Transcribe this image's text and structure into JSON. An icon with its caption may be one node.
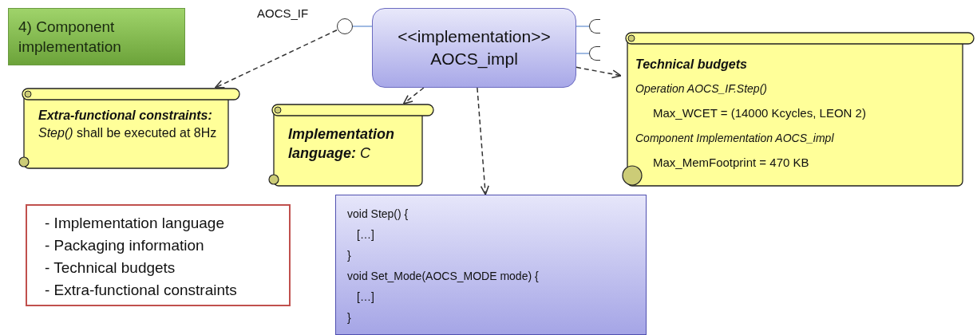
{
  "diagram": {
    "nodes": [
      {
        "text": [
          "4) Component implementation"
        ]
      },
      {
        "text": [],
        "shape": "circle",
        "beside": [
          "AOCS_IF"
        ]
      },
      {
        "text": [
          "<<implementation>>",
          "AOCS_impl"
        ]
      },
      {
        "text": [],
        "shape": "arc"
      },
      {
        "text": [],
        "shape": "arc"
      },
      {
        "text": [
          "Technical budgets",
          "Operation AOCS_IF.Step()",
          "Max_WCET = (14000 Kcycles, LEON 2)",
          "Component Implementation AOCS_impl",
          "Max_MemFootprint = 470 KB"
        ]
      },
      {
        "text": [
          "**Extra-functional constraints:** *Step()* shall be executed at 8Hz"
        ]
      },
      {
        "text": [
          "**Implementation language:** C"
        ]
      },
      {
        "text": [
          "void Step() {",
          "[…]",
          "}",
          "void Set_Mode(AOCS_MODE mode) {",
          "[…]",
          "}"
        ]
      },
      {
        "text": [
          "- Implementation language",
          "- Packaging information",
          "- Technical budgets",
          "- Extra-functional constraints"
        ]
      }
    ],
    "edges": [
      {
        "from": 1,
        "to": 2,
        "arrow": "none",
        "color": "#7fa3d8"
      },
      {
        "from": 2,
        "to": 3,
        "arrow": "none",
        "color": "#7fa3d8"
      },
      {
        "from": 2,
        "to": 4,
        "arrow": "none",
        "color": "#7fa3d8"
      },
      {
        "from": 1,
        "to": 6,
        "arrow": "to",
        "style": "dashed"
      },
      {
        "from": 2,
        "to": 7,
        "arrow": "to",
        "style": "dashed"
      },
      {
        "from": 2,
        "to": 8,
        "arrow": "to",
        "style": "dashed"
      },
      {
        "from": 2,
        "to": 5,
        "arrow": "to",
        "style": "dashed"
      }
    ]
  }
}
